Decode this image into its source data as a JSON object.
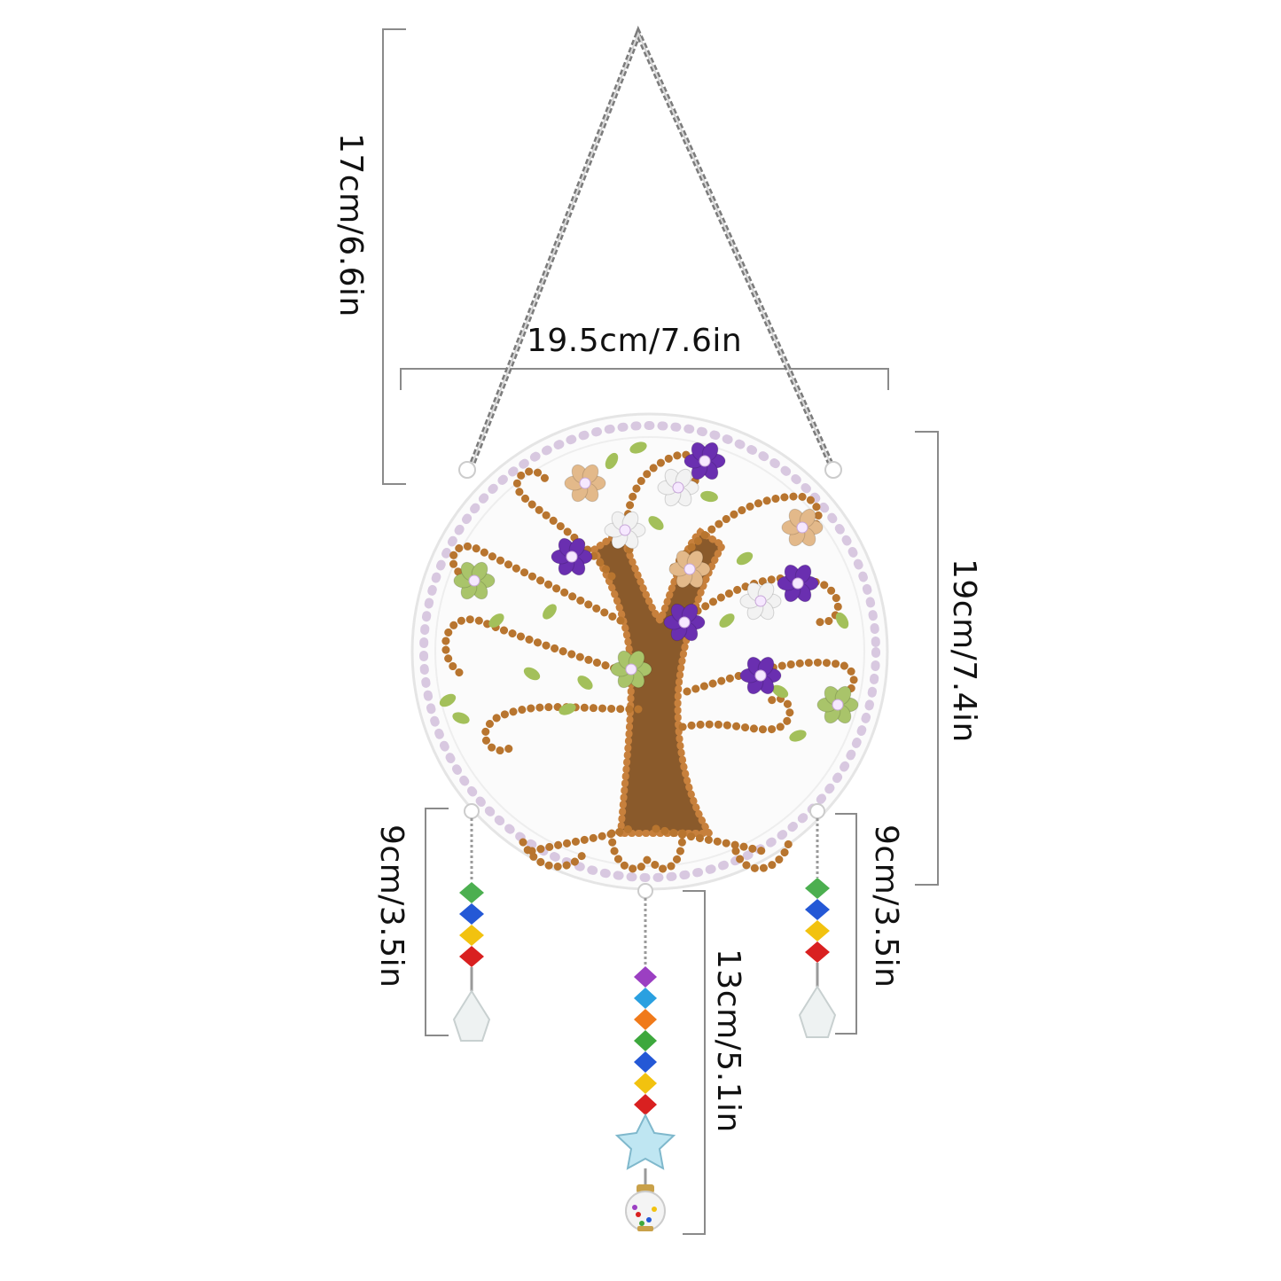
{
  "measurements": {
    "chain_height": "17cm/6.6in",
    "panel_width": "19.5cm/7.6in",
    "panel_height": "19cm/7.4in",
    "left_pendant": "9cm/3.5in",
    "center_pendant": "13cm/5.1in",
    "right_pendant": "9cm/3.5in"
  },
  "colors": {
    "dimension_line": "#888888",
    "trunk": "#8a5a2b",
    "drill_bead": "#b8752f",
    "leaf": "#a3c05a",
    "flower_purple": "#6a2fb0",
    "flower_peach": "#e3b98a",
    "flower_white": "#f2f2f2",
    "chain": "#9a9a9a"
  },
  "icons": [
    "chain-icon",
    "tree-of-life-panel",
    "crystal-pendant-icon",
    "star-charm-icon",
    "glass-bead-charm-icon"
  ]
}
